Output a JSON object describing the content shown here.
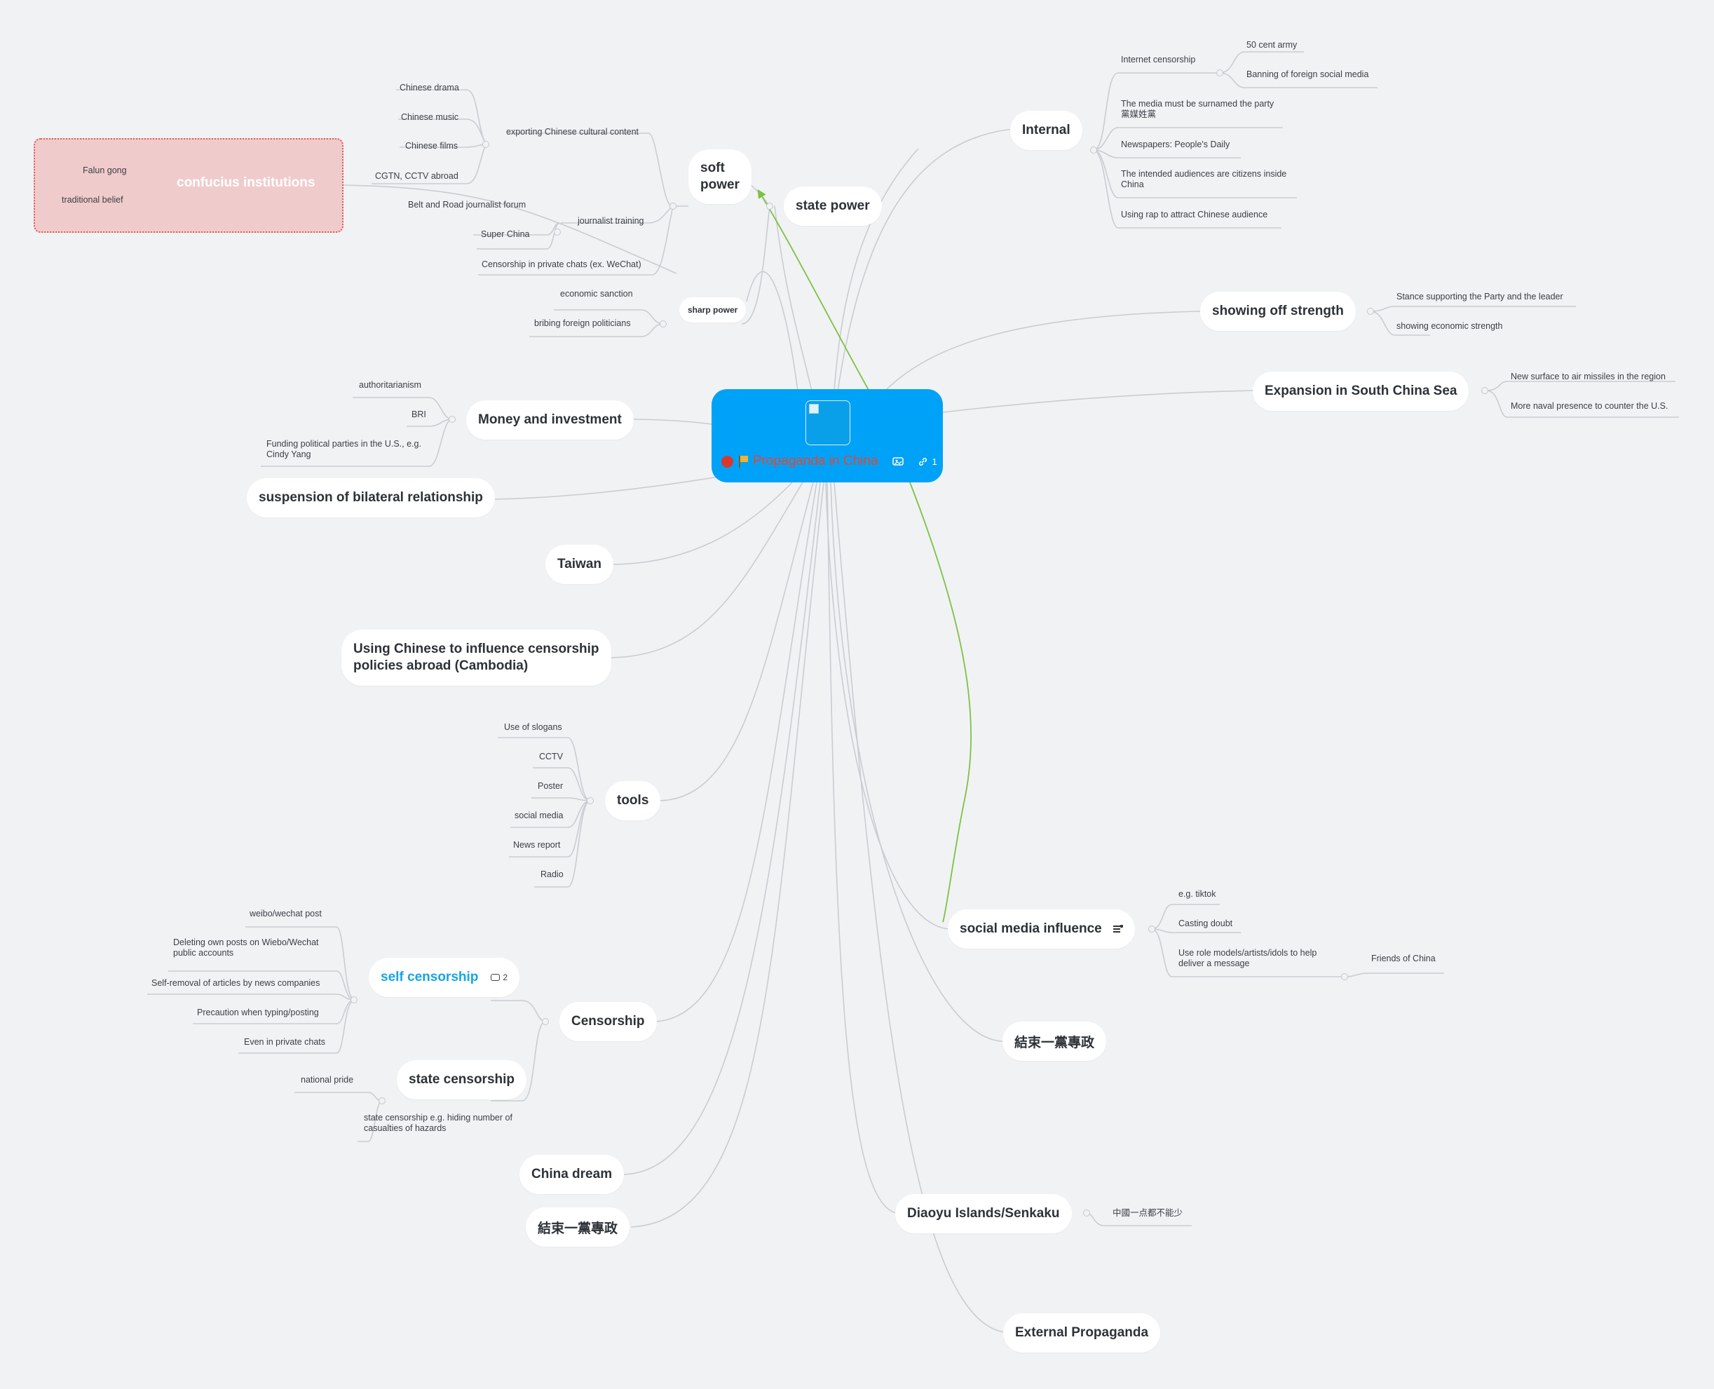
{
  "root": {
    "title": "Propaganda in China",
    "link_count": "1",
    "icons": [
      "red-dot-icon",
      "flag-icon",
      "image-icon",
      "link-icon"
    ]
  },
  "branches": {
    "state_power": "state power",
    "soft_power": "soft\npower",
    "sharp_power": "sharp power",
    "internal": "Internal",
    "showing_off_strength": "showing off strength",
    "expansion_scs": "Expansion in South China Sea",
    "money_investment": "Money and investment",
    "suspension": "suspension of bilateral relationship",
    "taiwan": "Taiwan",
    "using_chinese": "Using Chinese to influence censorship\npolicies abroad (Cambodia)",
    "tools": "tools",
    "social_media": "social media influence",
    "end_one_party_right": "結束一黨專政",
    "censorship": "Censorship",
    "self_censorship": "self censorship",
    "self_censorship_comments": "2",
    "state_censorship": "state censorship",
    "china_dream": "China dream",
    "end_one_party_left": "結束一黨專政",
    "diaoyu": "Diaoyu Islands/Senkaku",
    "external": "External Propaganda",
    "confucius": "confucius institutions"
  },
  "leaves": {
    "chinese_drama": "Chinese drama",
    "chinese_music": "Chinese music",
    "chinese_films": "Chinese films",
    "cgtn": "CGTN, CCTV abroad",
    "exporting": "exporting Chinese cultural content",
    "belt_road": "Belt and Road journalist forum",
    "super_china": "Super China",
    "journalist_training": "journalist training",
    "private_chats": "Censorship in private chats (ex. WeChat)",
    "economic_sanction": "economic sanction",
    "bribing": "bribing foreign politicians",
    "falun": "Falun gong",
    "traditional": "traditional belief",
    "internet_censorship": "Internet censorship",
    "fifty_cent": "50 cent army",
    "banning": "Banning of foreign social media",
    "surnamed": "The media must be surnamed the party\n黨媒姓黨",
    "peoples_daily": "Newspapers: People's Daily",
    "audiences": "The intended audiences are citizens inside\nChina",
    "rap": "Using rap to attract Chinese audience",
    "stance": "Stance supporting the Party and the leader",
    "economic_strength": "showing economic strength",
    "missiles": "New surface to air missiles in the region",
    "naval": "More naval presence to counter the U.S.",
    "authoritarianism": "authoritarianism",
    "bri": "BRI",
    "funding": "Funding political parties in the U.S., e.g.\nCindy Yang",
    "slogans": "Use of slogans",
    "cctv": "CCTV",
    "poster": "Poster",
    "social_media_tool": "social media",
    "news_report": "News report",
    "radio": "Radio",
    "tiktok": "e.g. tiktok",
    "casting_doubt": "Casting doubt",
    "role_models": "Use role models/artists/idols to help\ndeliver a message",
    "friends_china": "Friends of China",
    "weibo": "weibo/wechat post",
    "deleting": "Deleting own posts on Wiebo/Wechat\npublic accounts",
    "self_removal": "Self-removal of articles by news companies",
    "precaution": "Precaution when typing/posting",
    "private_chats_even": "Even in private chats",
    "national_pride": "national pride",
    "hiding": "state censorship e.g. hiding number of\ncasualties of hazards",
    "not_less": "中國一点都不能少"
  },
  "colors": {
    "root": "#00a2f7",
    "root_text": "#e9442e",
    "relationship": "#7dc242",
    "branch_line": "#c9ccd1",
    "boundary_fill": "#f0cbcb",
    "boundary_border": "#e25d5d",
    "self_censorship_text": "#14a6e6"
  }
}
